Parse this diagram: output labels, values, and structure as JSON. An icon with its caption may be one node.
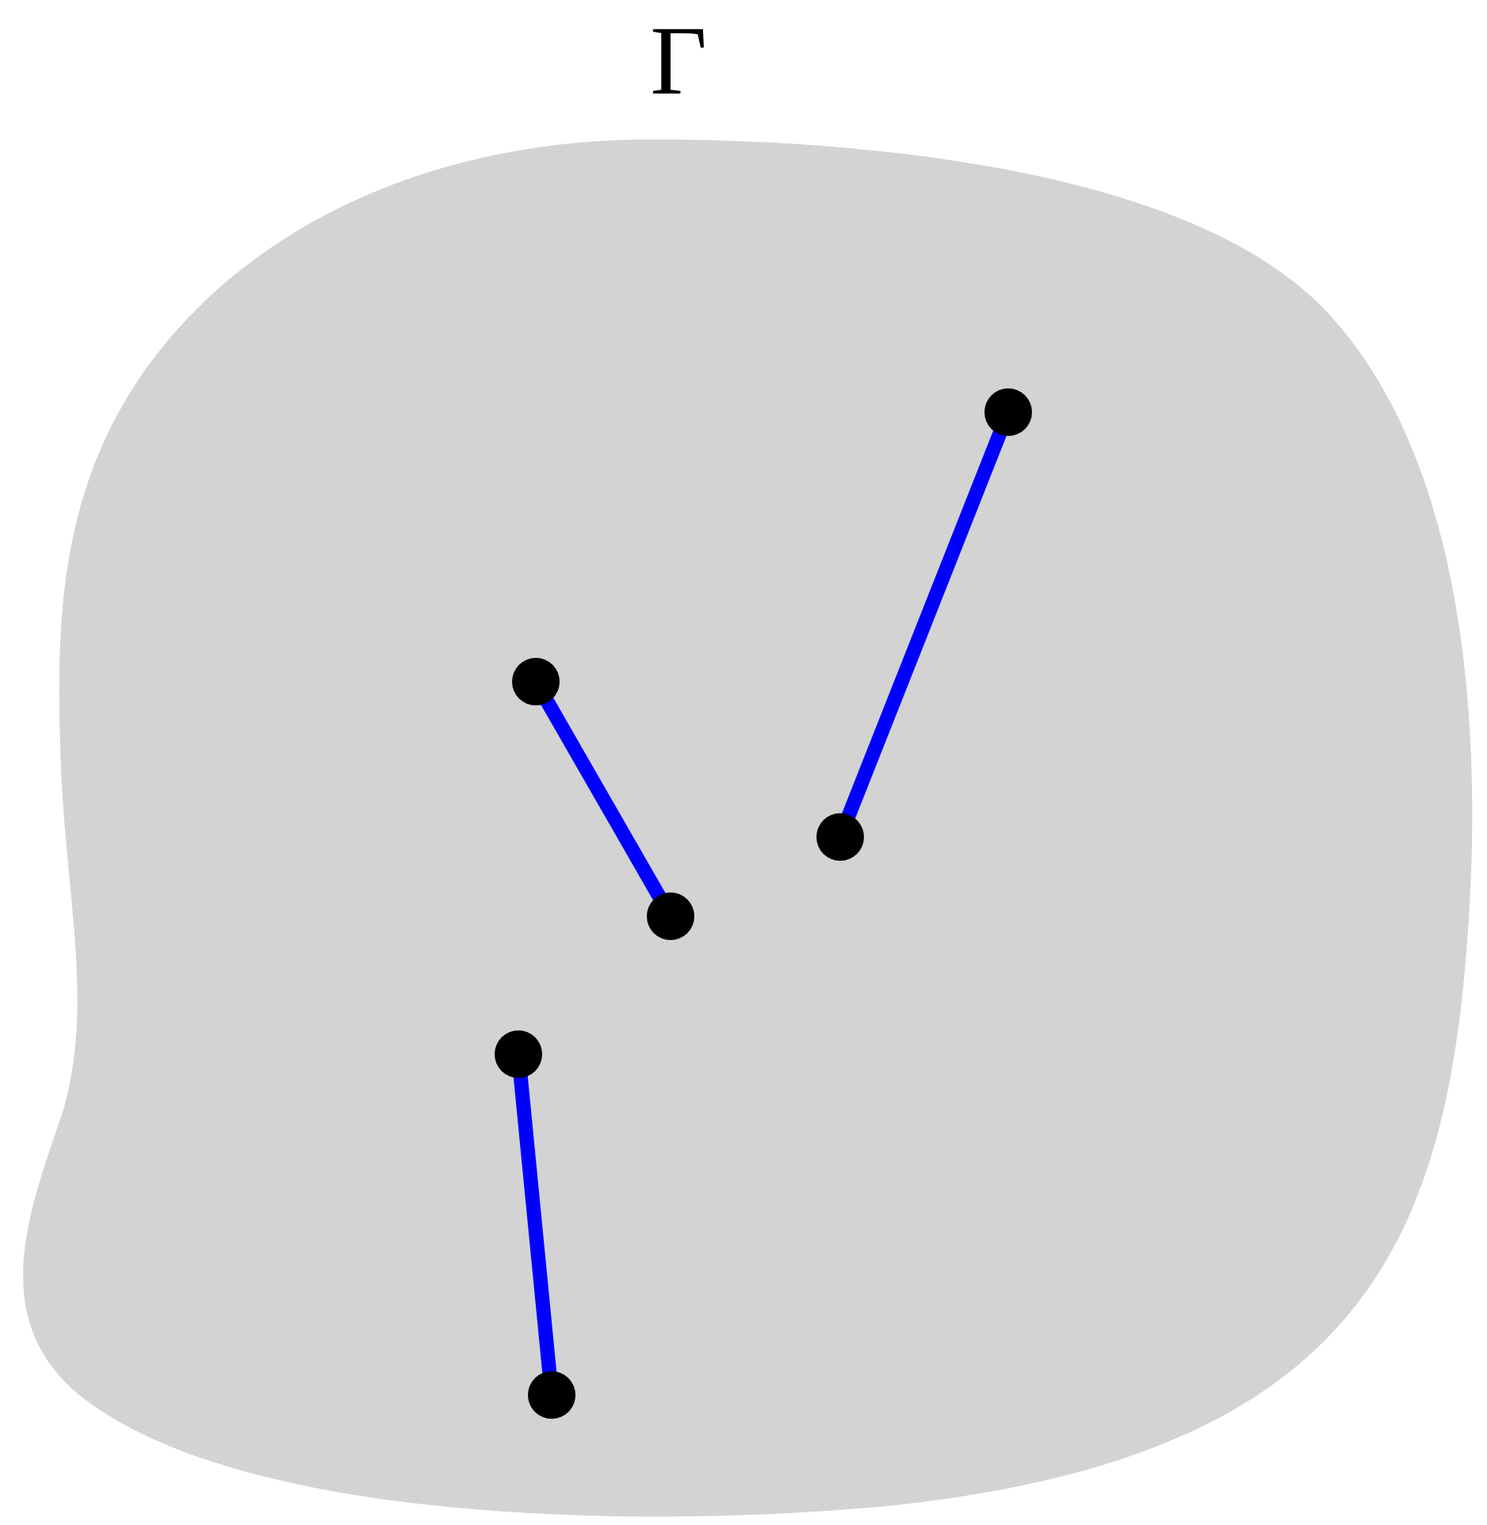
{
  "diagram": {
    "nodes": [
      {
        "text": [
          "Γ"
        ]
      },
      {
        "text": [],
        "shape": "circle",
        "in": 0
      },
      {
        "text": [],
        "shape": "circle",
        "in": 0
      },
      {
        "text": [],
        "shape": "circle",
        "in": 0
      },
      {
        "text": [],
        "shape": "circle",
        "in": 0
      },
      {
        "text": [],
        "shape": "circle",
        "in": 0
      },
      {
        "text": [],
        "shape": "circle",
        "in": 0
      }
    ],
    "edges": [
      {
        "from": 1,
        "to": 3,
        "arrow": "none"
      },
      {
        "from": 2,
        "to": 4,
        "arrow": "none"
      },
      {
        "from": 5,
        "to": 6,
        "arrow": "none"
      }
    ]
  }
}
